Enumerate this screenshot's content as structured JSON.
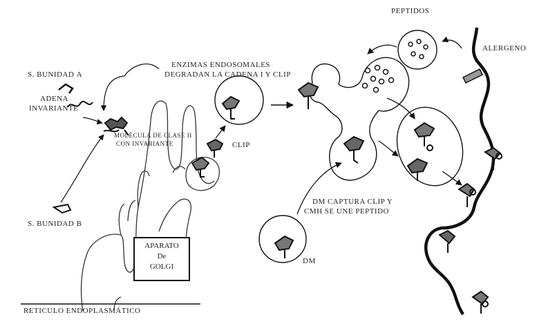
{
  "labels": {
    "subunit_alpha": "S. BUNIDAD α",
    "invariant_chain_1": "ADENA",
    "invariant_chain_2": "INVARIANTE",
    "molecule_1": "MOLÉCULA DE CLASE II",
    "molecule_2": "CON INVARIANTE",
    "subunit_beta": "S. BUNIDAD β",
    "golgi_1": "APARATO",
    "golgi_2": "De",
    "golgi_3": "GOLGI",
    "er": "RETICULO ENDOPLASMÁTICO",
    "enzymes_1": "ENZIMAS ENDOSOMALES",
    "enzymes_2": "DEGRADAN LA CADENA I Y CLIP",
    "clip": "CLIP",
    "peptides": "PEPTIDOS",
    "allergen": "ALERGENO",
    "dm_capture_1": "DM CAPTURA CLIP Y",
    "dm_capture_2": "CMH SE UNE PEPTIDO",
    "dm": "DM"
  },
  "colors": {
    "ink": "#111111",
    "background": "#ffffff"
  }
}
